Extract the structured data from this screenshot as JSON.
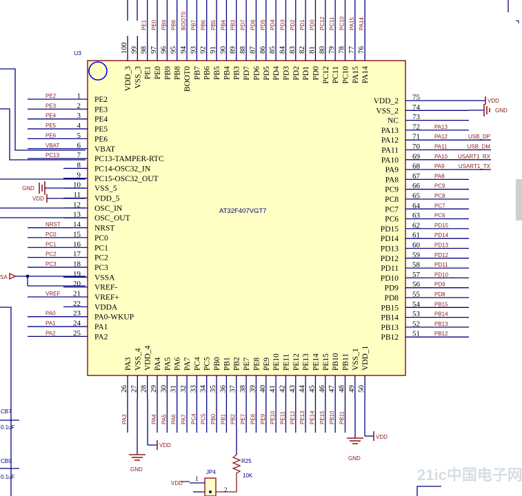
{
  "chip": {
    "ref": "U3",
    "part": "AT32F407VGT7"
  },
  "left_pins": [
    {
      "num": "1",
      "name": "PE2",
      "net": "PE2"
    },
    {
      "num": "2",
      "name": "PE3",
      "net": "PE3"
    },
    {
      "num": "3",
      "name": "PE4",
      "net": "PE4"
    },
    {
      "num": "4",
      "name": "PE5",
      "net": "PE5"
    },
    {
      "num": "5",
      "name": "PE6",
      "net": "PE6"
    },
    {
      "num": "6",
      "name": "VBAT",
      "net": "VBAT"
    },
    {
      "num": "7",
      "name": "PC13-TAMPER-RTC",
      "net": "PC13"
    },
    {
      "num": "8",
      "name": "PC14-OSC32_IN",
      "net": ""
    },
    {
      "num": "9",
      "name": "PC15-OSC32_OUT",
      "net": ""
    },
    {
      "num": "10",
      "name": "VSS_5",
      "net": ""
    },
    {
      "num": "11",
      "name": "VDD_5",
      "net": ""
    },
    {
      "num": "12",
      "name": "OSC_IN",
      "net": ""
    },
    {
      "num": "13",
      "name": "OSC_OUT",
      "net": ""
    },
    {
      "num": "14",
      "name": "NRST",
      "net": "NRST"
    },
    {
      "num": "15",
      "name": "PC0",
      "net": "PC0"
    },
    {
      "num": "16",
      "name": "PC1",
      "net": "PC1"
    },
    {
      "num": "17",
      "name": "PC2",
      "net": "PC2"
    },
    {
      "num": "18",
      "name": "PC3",
      "net": "PC3"
    },
    {
      "num": "19",
      "name": "VSSA",
      "net": ""
    },
    {
      "num": "20",
      "name": "VREF-",
      "net": ""
    },
    {
      "num": "21",
      "name": "VREF+",
      "net": "VREF"
    },
    {
      "num": "22",
      "name": "VDDA",
      "net": ""
    },
    {
      "num": "23",
      "name": "PA0-WKUP",
      "net": "PA0"
    },
    {
      "num": "24",
      "name": "PA1",
      "net": "PA1"
    },
    {
      "num": "25",
      "name": "PA2",
      "net": "PA2"
    }
  ],
  "right_pins": [
    {
      "num": "75",
      "name": "VDD_2",
      "net": "",
      "extra": ""
    },
    {
      "num": "74",
      "name": "VSS_2",
      "net": "",
      "extra": ""
    },
    {
      "num": "73",
      "name": "NC",
      "net": "",
      "extra": ""
    },
    {
      "num": "72",
      "name": "PA13",
      "net": "PA13",
      "extra": ""
    },
    {
      "num": "71",
      "name": "PA12",
      "net": "PA12",
      "extra": "USB_DP"
    },
    {
      "num": "70",
      "name": "PA11",
      "net": "PA11",
      "extra": "USB_DM"
    },
    {
      "num": "69",
      "name": "PA10",
      "net": "PA10",
      "extra": "USART1_RX"
    },
    {
      "num": "68",
      "name": "PA9",
      "net": "PA9",
      "extra": "USART1_TX"
    },
    {
      "num": "67",
      "name": "PA8",
      "net": "PA8",
      "extra": ""
    },
    {
      "num": "66",
      "name": "PC9",
      "net": "PC9",
      "extra": ""
    },
    {
      "num": "65",
      "name": "PC8",
      "net": "PC8",
      "extra": ""
    },
    {
      "num": "64",
      "name": "PC7",
      "net": "PC7",
      "extra": ""
    },
    {
      "num": "63",
      "name": "PC6",
      "net": "PC6",
      "extra": ""
    },
    {
      "num": "62",
      "name": "PD15",
      "net": "PD15",
      "extra": ""
    },
    {
      "num": "61",
      "name": "PD14",
      "net": "PD14",
      "extra": ""
    },
    {
      "num": "60",
      "name": "PD13",
      "net": "PD13",
      "extra": ""
    },
    {
      "num": "59",
      "name": "PD12",
      "net": "PD12",
      "extra": ""
    },
    {
      "num": "58",
      "name": "PD11",
      "net": "PD11",
      "extra": ""
    },
    {
      "num": "57",
      "name": "PD10",
      "net": "PD10",
      "extra": ""
    },
    {
      "num": "56",
      "name": "PD9",
      "net": "PD9",
      "extra": ""
    },
    {
      "num": "55",
      "name": "PD8",
      "net": "PD8",
      "extra": ""
    },
    {
      "num": "54",
      "name": "PB15",
      "net": "PB15",
      "extra": ""
    },
    {
      "num": "53",
      "name": "PB14",
      "net": "PB14",
      "extra": ""
    },
    {
      "num": "52",
      "name": "PB13",
      "net": "PB13",
      "extra": ""
    },
    {
      "num": "51",
      "name": "PB12",
      "net": "PB12",
      "extra": ""
    }
  ],
  "top_pins": [
    {
      "num": "100",
      "name": "VDD_3",
      "net": ""
    },
    {
      "num": "99",
      "name": "VSS_3",
      "net": ""
    },
    {
      "num": "98",
      "name": "PE1",
      "net": "PE1"
    },
    {
      "num": "97",
      "name": "PE0",
      "net": "PE0"
    },
    {
      "num": "96",
      "name": "PB9",
      "net": "PB9"
    },
    {
      "num": "95",
      "name": "PB8",
      "net": "PB8"
    },
    {
      "num": "94",
      "name": "BOOT0",
      "net": "BOOT0"
    },
    {
      "num": "93",
      "name": "PB7",
      "net": "PB7"
    },
    {
      "num": "92",
      "name": "PB6",
      "net": "PB6"
    },
    {
      "num": "91",
      "name": "PB5",
      "net": "PB5"
    },
    {
      "num": "90",
      "name": "PB4",
      "net": "PB4"
    },
    {
      "num": "89",
      "name": "PB3",
      "net": "PB3"
    },
    {
      "num": "88",
      "name": "PD7",
      "net": "PD7"
    },
    {
      "num": "87",
      "name": "PD6",
      "net": "PD6"
    },
    {
      "num": "86",
      "name": "PD5",
      "net": "PD5"
    },
    {
      "num": "85",
      "name": "PD4",
      "net": "PD4"
    },
    {
      "num": "84",
      "name": "PD3",
      "net": "PD3"
    },
    {
      "num": "83",
      "name": "PD2",
      "net": "PD2"
    },
    {
      "num": "82",
      "name": "PD1",
      "net": "PD1"
    },
    {
      "num": "81",
      "name": "PD0",
      "net": "PD0"
    },
    {
      "num": "80",
      "name": "PC12",
      "net": "PC12"
    },
    {
      "num": "79",
      "name": "PC11",
      "net": "PC11"
    },
    {
      "num": "78",
      "name": "PC10",
      "net": "PC10"
    },
    {
      "num": "77",
      "name": "PA15",
      "net": "PA15"
    },
    {
      "num": "76",
      "name": "PA14",
      "net": "PA14"
    }
  ],
  "bottom_pins": [
    {
      "num": "26",
      "name": "PA3",
      "net": "PA3"
    },
    {
      "num": "27",
      "name": "VSS_4",
      "net": ""
    },
    {
      "num": "28",
      "name": "VDD_4",
      "net": ""
    },
    {
      "num": "29",
      "name": "PA4",
      "net": "PA4"
    },
    {
      "num": "30",
      "name": "PA5",
      "net": "PA5"
    },
    {
      "num": "31",
      "name": "PA6",
      "net": "PA6"
    },
    {
      "num": "32",
      "name": "PA7",
      "net": "PA7"
    },
    {
      "num": "33",
      "name": "PC4",
      "net": "PC4"
    },
    {
      "num": "34",
      "name": "PC5",
      "net": "PC5"
    },
    {
      "num": "35",
      "name": "PB0",
      "net": "PB0"
    },
    {
      "num": "36",
      "name": "PB1",
      "net": "PB1"
    },
    {
      "num": "37",
      "name": "PB2",
      "net": "PB2"
    },
    {
      "num": "38",
      "name": "PE7",
      "net": "PE7"
    },
    {
      "num": "39",
      "name": "PE8",
      "net": "PE8"
    },
    {
      "num": "40",
      "name": "PE9",
      "net": "PE9"
    },
    {
      "num": "41",
      "name": "PE10",
      "net": "PE10"
    },
    {
      "num": "42",
      "name": "PE11",
      "net": "PE11"
    },
    {
      "num": "43",
      "name": "PE12",
      "net": "PE12"
    },
    {
      "num": "44",
      "name": "PE13",
      "net": "PE13"
    },
    {
      "num": "45",
      "name": "PE14",
      "net": "PE14"
    },
    {
      "num": "46",
      "name": "PE15",
      "net": "PE15"
    },
    {
      "num": "47",
      "name": "PB10",
      "net": "PB10"
    },
    {
      "num": "48",
      "name": "PB11",
      "net": "PB11"
    },
    {
      "num": "49",
      "name": "VSS_1",
      "net": ""
    },
    {
      "num": "50",
      "name": "VDD_1",
      "net": ""
    }
  ],
  "power": {
    "vdd": "VDD",
    "gnd": "GND",
    "vssa_fragment": "SA"
  },
  "components": {
    "r25_ref": "R25",
    "r25_value": "10K",
    "jp4_ref": "JP4",
    "jp4_pin1": "1",
    "jp4_pin2": "2",
    "cb7_ref": "CB7",
    "cb7_value": "0.1uF",
    "cb9_ref": "CB9",
    "cb9_value": "0.1uF"
  },
  "watermark": "21ic中国电子网",
  "colors": {
    "chip_fill": "#ffffc4",
    "chip_border": "#8b1a1a",
    "wire": "#000080",
    "net_label": "#8b1a1a",
    "pin_text": "#000000"
  }
}
